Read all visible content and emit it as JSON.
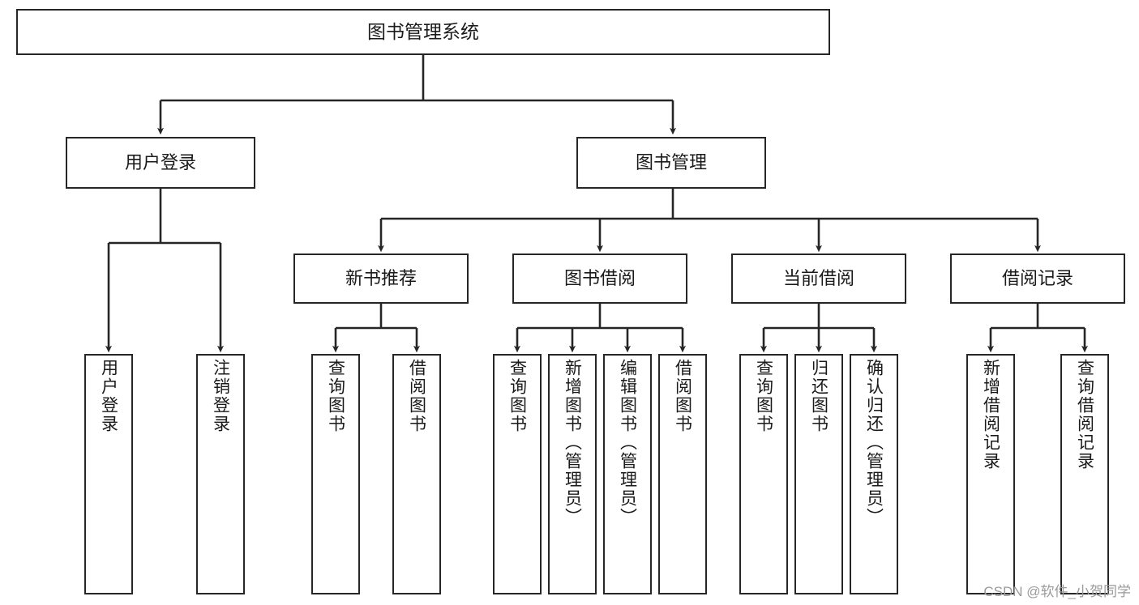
{
  "diagram": {
    "type": "hierarchy-tree",
    "title": "图书管理系统",
    "watermark": "CSDN @软件_小贺同学",
    "colors": {
      "border": "#262626",
      "background": "#ffffff",
      "text": "#1a1a1a",
      "watermark": "#9a9a9a"
    },
    "levels": {
      "root": "图书管理系统",
      "level1": [
        "用户登录",
        "图书管理"
      ],
      "level2": [
        "新书推荐",
        "图书借阅",
        "当前借阅",
        "借阅记录"
      ],
      "level3": [
        "用户登录",
        "注销登录",
        "查询图书",
        "借阅图书",
        "查询图书",
        "新增图书（管理员）",
        "编辑图书（管理员）",
        "借阅图书",
        "查询图书",
        "归还图书",
        "确认归还（管理员）",
        "新增借阅记录",
        "查询借阅记录"
      ]
    },
    "nodes": {
      "root": {
        "label": "图书管理系统"
      },
      "user_login": {
        "label": "用户登录"
      },
      "book_manage": {
        "label": "图书管理"
      },
      "new_book_rec": {
        "label": "新书推荐"
      },
      "book_borrow": {
        "label": "图书借阅"
      },
      "current_borrow": {
        "label": "当前借阅"
      },
      "borrow_record": {
        "label": "借阅记录"
      },
      "leaf_user_login": {
        "label": "用户登录"
      },
      "leaf_logout": {
        "label": "注销登录"
      },
      "leaf_query_book_1": {
        "label": "查询图书"
      },
      "leaf_borrow_book_1": {
        "label": "借阅图书"
      },
      "leaf_query_book_2": {
        "label": "查询图书"
      },
      "leaf_add_book": {
        "label": "新增图书（管理员）"
      },
      "leaf_edit_book": {
        "label": "编辑图书（管理员）"
      },
      "leaf_borrow_book_2": {
        "label": "借阅图书"
      },
      "leaf_query_book_3": {
        "label": "查询图书"
      },
      "leaf_return_book": {
        "label": "归还图书"
      },
      "leaf_confirm_return": {
        "label": "确认归还（管理员）"
      },
      "leaf_add_record": {
        "label": "新增借阅记录"
      },
      "leaf_query_record": {
        "label": "查询借阅记录"
      }
    },
    "edges": [
      {
        "from": "root",
        "to": "user_login"
      },
      {
        "from": "root",
        "to": "book_manage"
      },
      {
        "from": "user_login",
        "to": "leaf_user_login"
      },
      {
        "from": "user_login",
        "to": "leaf_logout"
      },
      {
        "from": "book_manage",
        "to": "new_book_rec"
      },
      {
        "from": "book_manage",
        "to": "book_borrow"
      },
      {
        "from": "book_manage",
        "to": "current_borrow"
      },
      {
        "from": "book_manage",
        "to": "borrow_record"
      },
      {
        "from": "new_book_rec",
        "to": "leaf_query_book_1"
      },
      {
        "from": "new_book_rec",
        "to": "leaf_borrow_book_1"
      },
      {
        "from": "book_borrow",
        "to": "leaf_query_book_2"
      },
      {
        "from": "book_borrow",
        "to": "leaf_add_book"
      },
      {
        "from": "book_borrow",
        "to": "leaf_edit_book"
      },
      {
        "from": "book_borrow",
        "to": "leaf_borrow_book_2"
      },
      {
        "from": "current_borrow",
        "to": "leaf_query_book_3"
      },
      {
        "from": "current_borrow",
        "to": "leaf_return_book"
      },
      {
        "from": "current_borrow",
        "to": "leaf_confirm_return"
      },
      {
        "from": "borrow_record",
        "to": "leaf_add_record"
      },
      {
        "from": "borrow_record",
        "to": "leaf_query_record"
      }
    ]
  }
}
